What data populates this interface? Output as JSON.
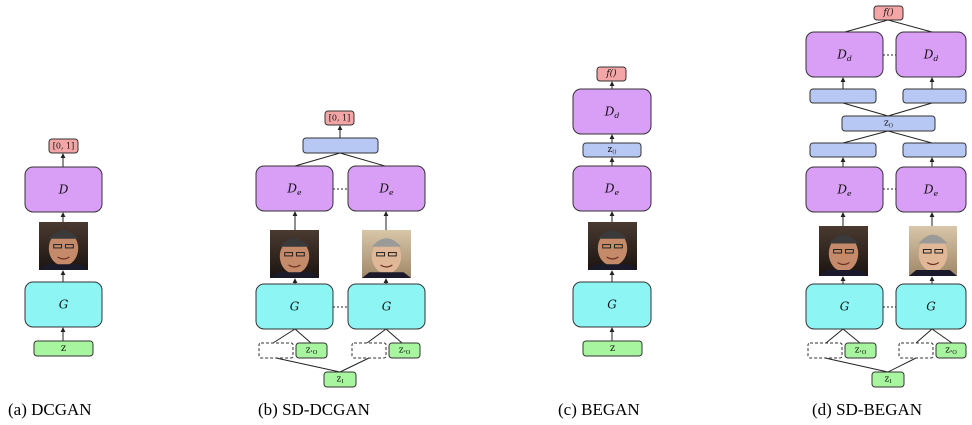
{
  "captions": {
    "a": "(a) DCGAN",
    "b": "(b) SD-DCGAN",
    "c": "(c) BEGAN",
    "d": "(d) SD-BEGAN"
  },
  "labels": {
    "unit_interval": "[0, 1]",
    "f": "f()",
    "D": "D",
    "De": "De",
    "Dd": "Dd",
    "G": "G",
    "z": "z",
    "zI": "zI",
    "zO": "zO",
    "zO1": "z¹O",
    "zO2": "z²O",
    "zAE": "z()"
  },
  "faces": {
    "face1": "face-image-1",
    "face2": "face-image-2"
  },
  "colors": {
    "red": "#f4a6a6",
    "purple": "#d99ef5",
    "cyan": "#8ef5f5",
    "green": "#a8f5a0",
    "blue": "#b8c8f5",
    "white": "#ffffff",
    "stroke": "#333333"
  }
}
